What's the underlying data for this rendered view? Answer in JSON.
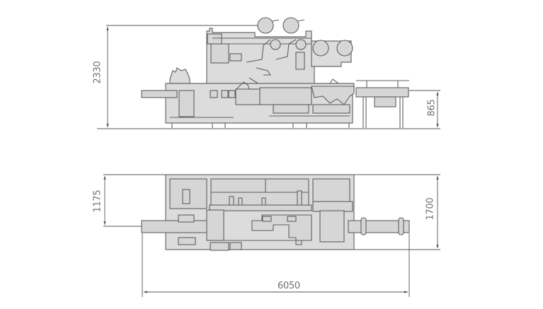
{
  "drawing": {
    "title": "Machine dimension drawing",
    "views": [
      "side-elevation",
      "top-plan"
    ],
    "colors": {
      "machine_fill": "#dcdcdc",
      "outline": "#5f5f5f",
      "dimension_line": "#555555",
      "dimension_text": "#6f6f72"
    }
  },
  "dimensions": {
    "overall_height": "2330",
    "conveyor_height": "865",
    "infeed_offset_width": "1175",
    "overall_width": "1700",
    "overall_length": "6050"
  }
}
